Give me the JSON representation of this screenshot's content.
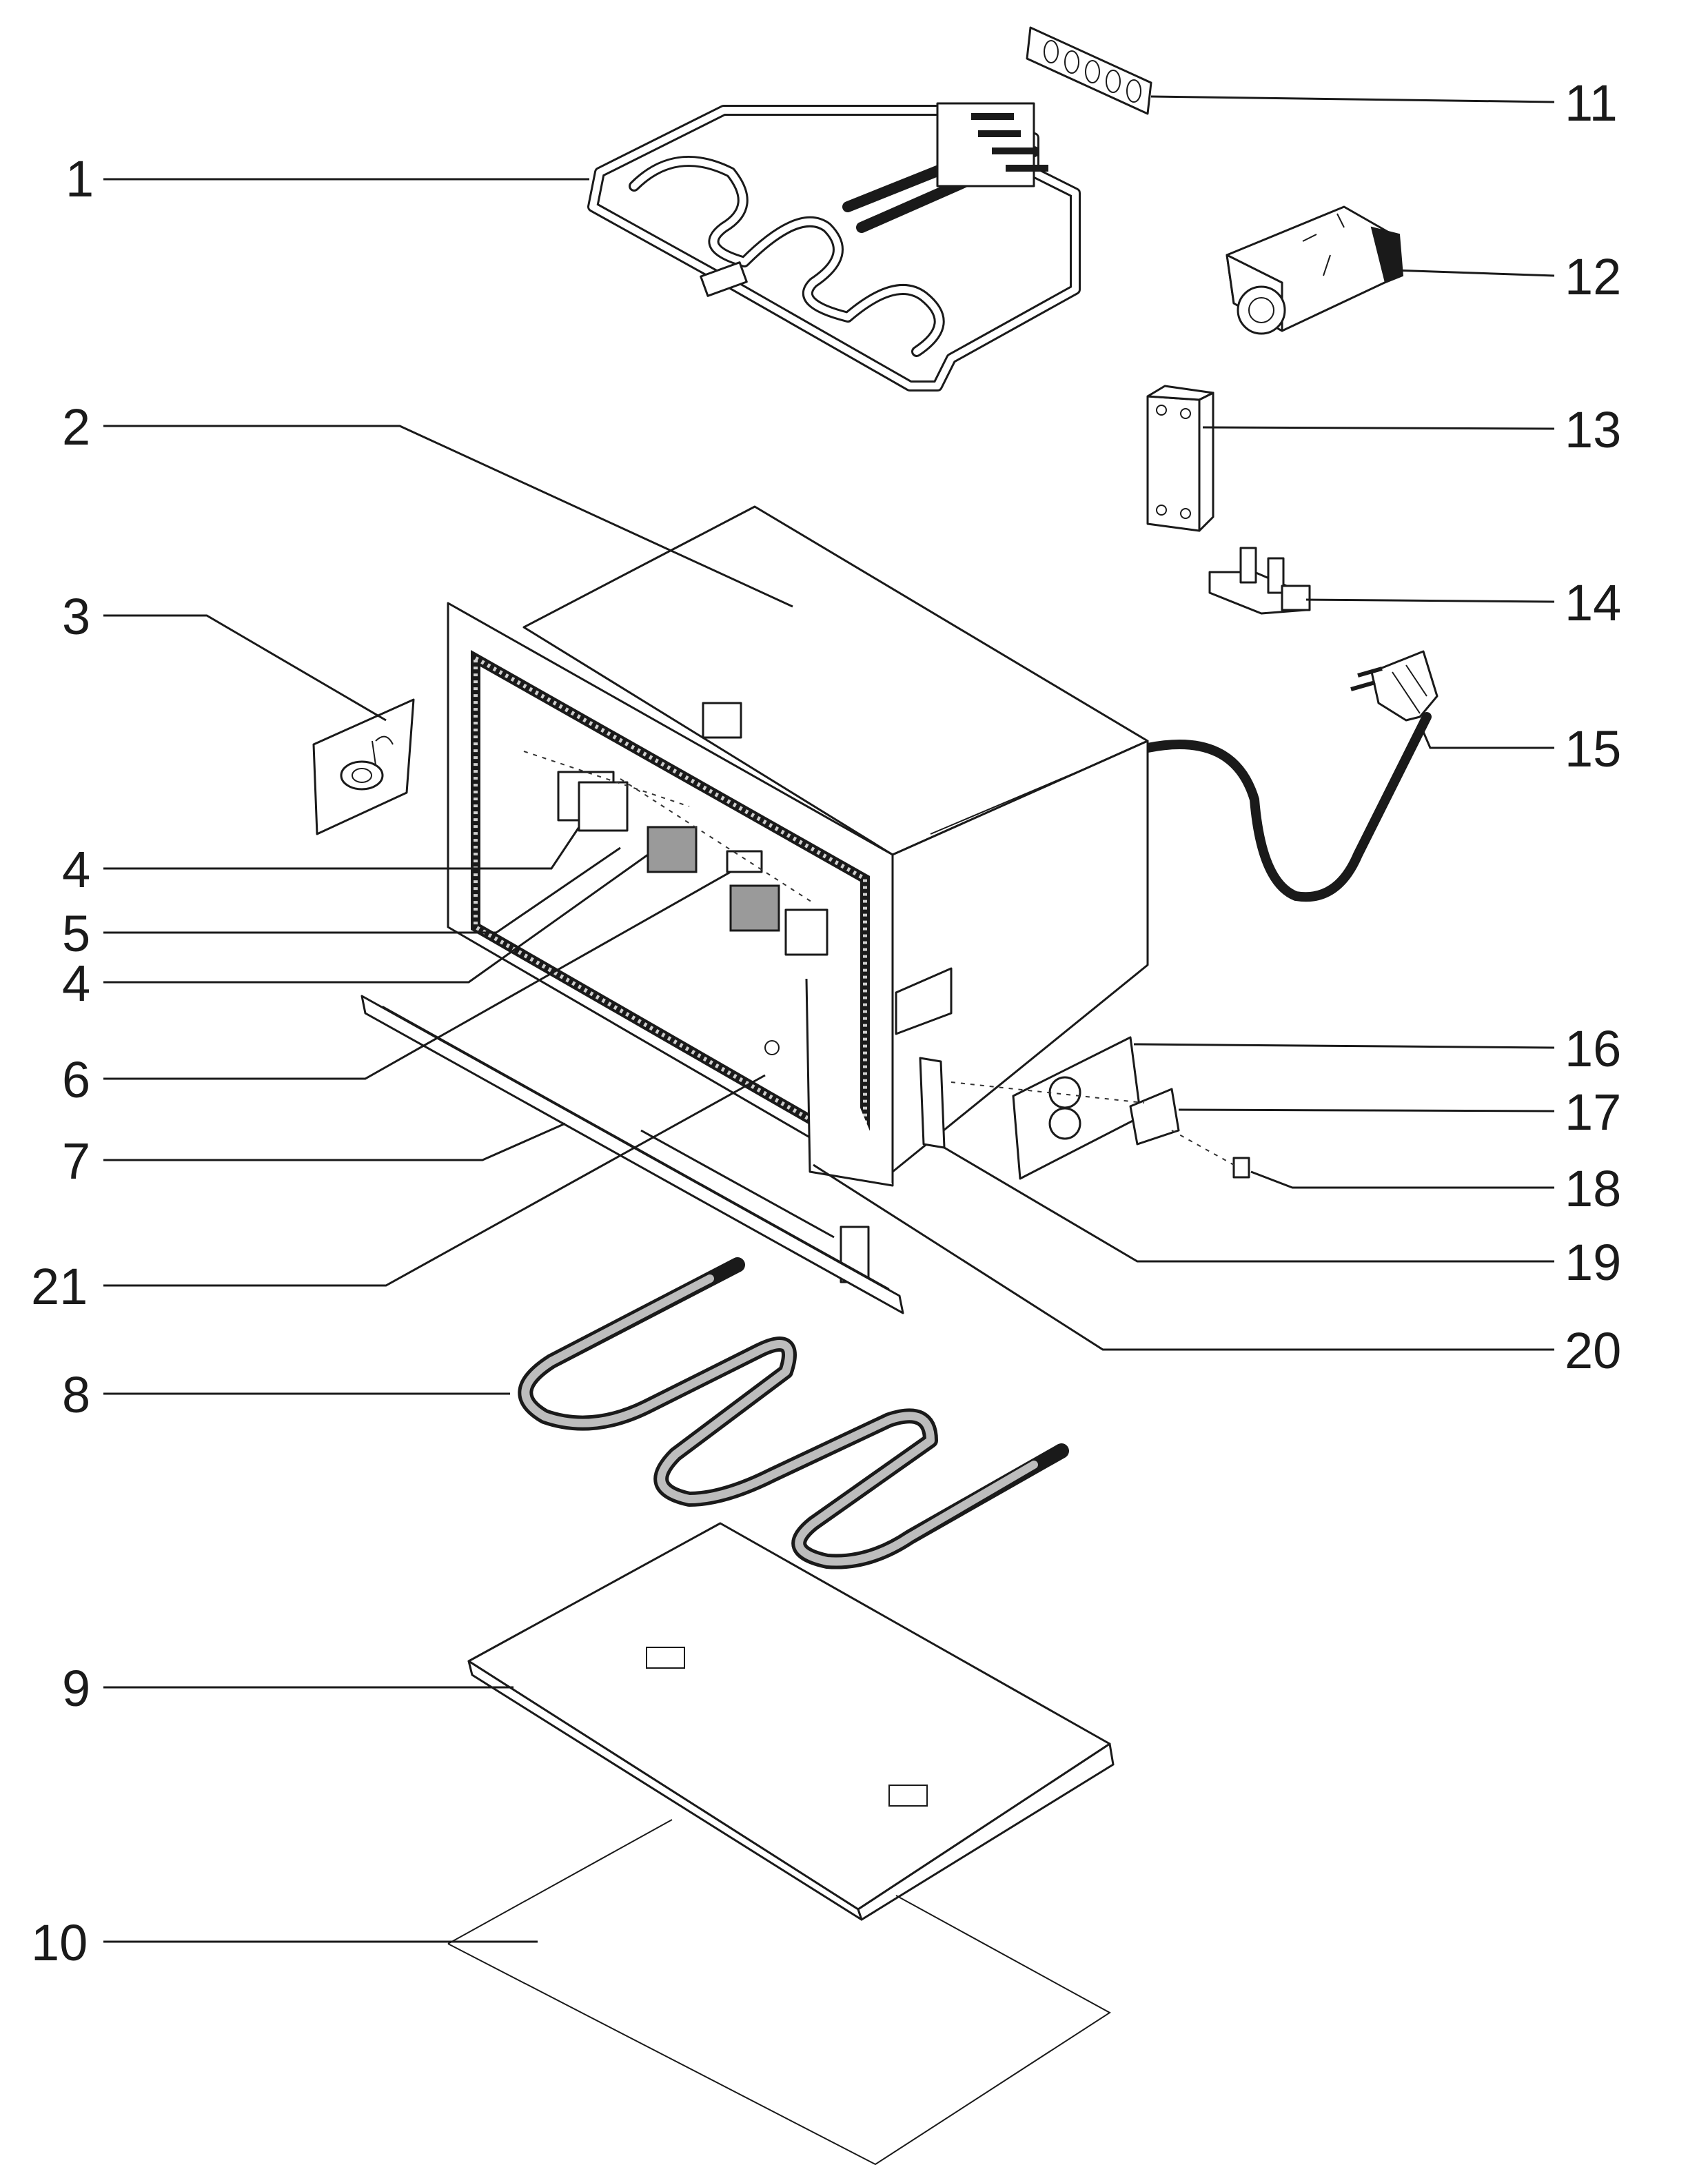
{
  "callouts": [
    {
      "num": "1",
      "side": "left"
    },
    {
      "num": "2",
      "side": "left"
    },
    {
      "num": "3",
      "side": "left"
    },
    {
      "num": "4",
      "side": "left"
    },
    {
      "num": "5",
      "side": "left"
    },
    {
      "num": "4",
      "side": "left"
    },
    {
      "num": "6",
      "side": "left"
    },
    {
      "num": "7",
      "side": "left"
    },
    {
      "num": "21",
      "side": "left"
    },
    {
      "num": "8",
      "side": "left"
    },
    {
      "num": "9",
      "side": "left"
    },
    {
      "num": "10",
      "side": "left"
    },
    {
      "num": "11",
      "side": "right"
    },
    {
      "num": "12",
      "side": "right"
    },
    {
      "num": "13",
      "side": "right"
    },
    {
      "num": "14",
      "side": "right"
    },
    {
      "num": "15",
      "side": "right"
    },
    {
      "num": "16",
      "side": "right"
    },
    {
      "num": "17",
      "side": "right"
    },
    {
      "num": "18",
      "side": "right"
    },
    {
      "num": "19",
      "side": "right"
    },
    {
      "num": "20",
      "side": "right"
    }
  ]
}
